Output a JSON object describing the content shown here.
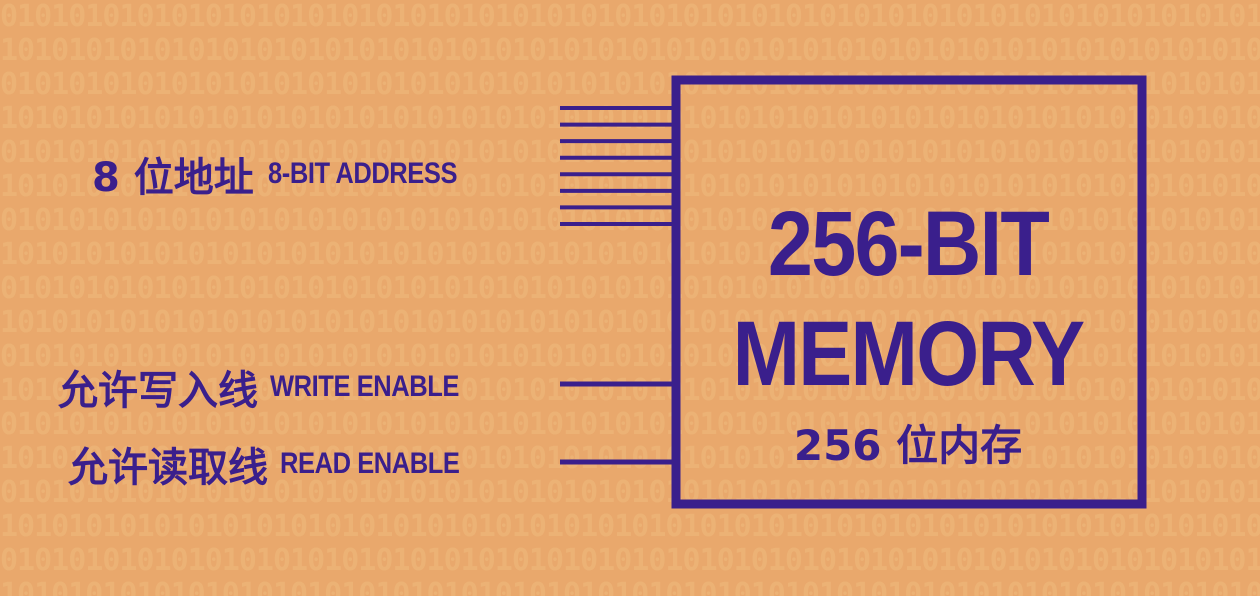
{
  "background": {
    "color": "#E9A86C",
    "texture": "binary-digits",
    "bit_pattern": "0101010101"
  },
  "colors": {
    "ink": "#3A1F8C"
  },
  "inputs": {
    "address": {
      "label_cn": "8 位地址",
      "label_en": "8-BIT ADDRESS",
      "line_count": 8
    },
    "write_enable": {
      "label_cn": "允许写入线",
      "label_en": "WRITE ENABLE"
    },
    "read_enable": {
      "label_cn": "允许读取线",
      "label_en": "READ ENABLE"
    }
  },
  "memory": {
    "title_line1": "256-BIT",
    "title_line2": "MEMORY",
    "subtitle": "256 位内存"
  }
}
